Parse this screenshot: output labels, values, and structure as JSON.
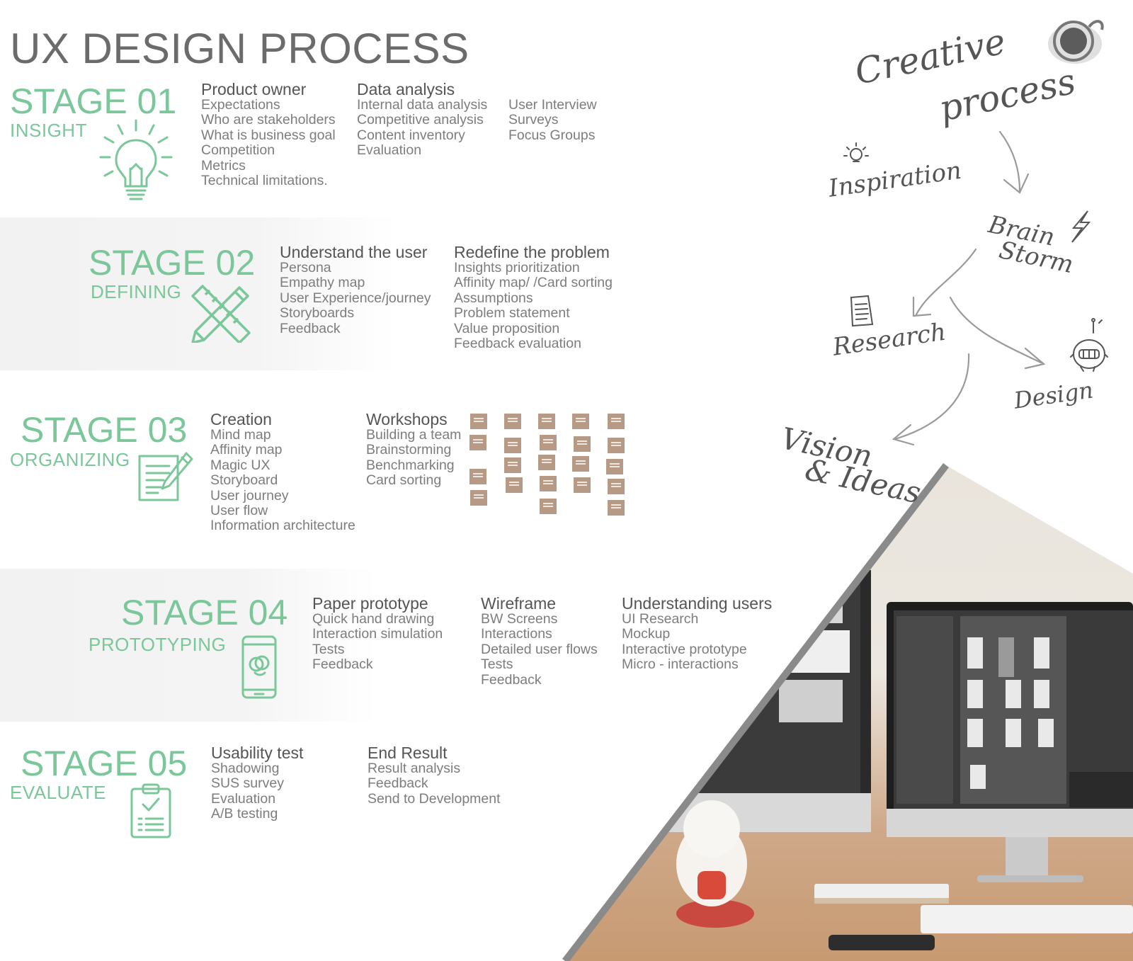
{
  "title": "UX DESIGN PROCESS",
  "colors": {
    "accent": "#7ac79a",
    "note": "#b79a86",
    "text": "#7d7d7d"
  },
  "stages": [
    {
      "title": "STAGE 01",
      "subtitle": "INSIGHT",
      "icon": "lightbulb-icon",
      "columns": [
        {
          "heading": "Product owner",
          "items": [
            "Expectations",
            "Who are stakeholders",
            "What is business goal",
            "Competition",
            "Metrics",
            "Technical limitations."
          ]
        },
        {
          "heading": "Data analysis",
          "items": [
            "Internal data analysis",
            "Competitive analysis",
            "Content inventory",
            "Evaluation"
          ]
        },
        {
          "heading": "",
          "items": [
            "User Interview",
            "Surveys",
            "Focus Groups"
          ]
        }
      ]
    },
    {
      "title": "STAGE 02",
      "subtitle": "DEFINING",
      "icon": "pencil-ruler-icon",
      "columns": [
        {
          "heading": "Understand the user",
          "items": [
            "Persona",
            "Empathy map",
            "User Experience/journey",
            "Storyboards",
            "Feedback"
          ]
        },
        {
          "heading": "Redefine the problem",
          "items": [
            "Insights prioritization",
            "Affinity map/ /Card sorting",
            "Assumptions",
            "Problem statement",
            "Value proposition",
            "Feedback evaluation"
          ]
        }
      ]
    },
    {
      "title": "STAGE 03",
      "subtitle": "ORGANIZING",
      "icon": "document-pen-icon",
      "columns": [
        {
          "heading": "Creation",
          "items": [
            "Mind map",
            "Affinity map",
            "Magic UX",
            "Storyboard",
            "User journey",
            "User flow",
            "Information architecture"
          ]
        },
        {
          "heading": "Workshops",
          "items": [
            "Building a team",
            "Brainstorming",
            "Benchmarking",
            "Card sorting"
          ]
        }
      ]
    },
    {
      "title": "STAGE 04",
      "subtitle": "PROTOTYPING",
      "icon": "smartphone-icon",
      "columns": [
        {
          "heading": "Paper prototype",
          "items": [
            "Quick hand drawing",
            "Interaction simulation",
            "Tests",
            "Feedback"
          ]
        },
        {
          "heading": "Wireframe",
          "items": [
            "BW Screens",
            "Interactions",
            "Detailed user flows",
            "Tests",
            "Feedback"
          ]
        },
        {
          "heading": "Understanding users",
          "items": [
            "UI Research",
            "Mockup",
            "Interactive prototype",
            "Micro - interactions"
          ]
        }
      ]
    },
    {
      "title": "STAGE 05",
      "subtitle": "EVALUATE",
      "icon": "clipboard-checklist-icon",
      "columns": [
        {
          "heading": "Usability test",
          "items": [
            "Shadowing",
            "SUS survey",
            "Evaluation",
            "A/B testing"
          ]
        },
        {
          "heading": "End Result",
          "items": [
            "Result analysis",
            "Feedback",
            "Send to Development"
          ]
        }
      ]
    }
  ],
  "creative": {
    "title_line1": "Creative",
    "title_line2": "process",
    "inspiration": "Inspiration",
    "brain": "Brain",
    "storm": "Storm",
    "research": "Research",
    "design": "Design",
    "vision": "Vision",
    "ideas": "& Ideas"
  }
}
